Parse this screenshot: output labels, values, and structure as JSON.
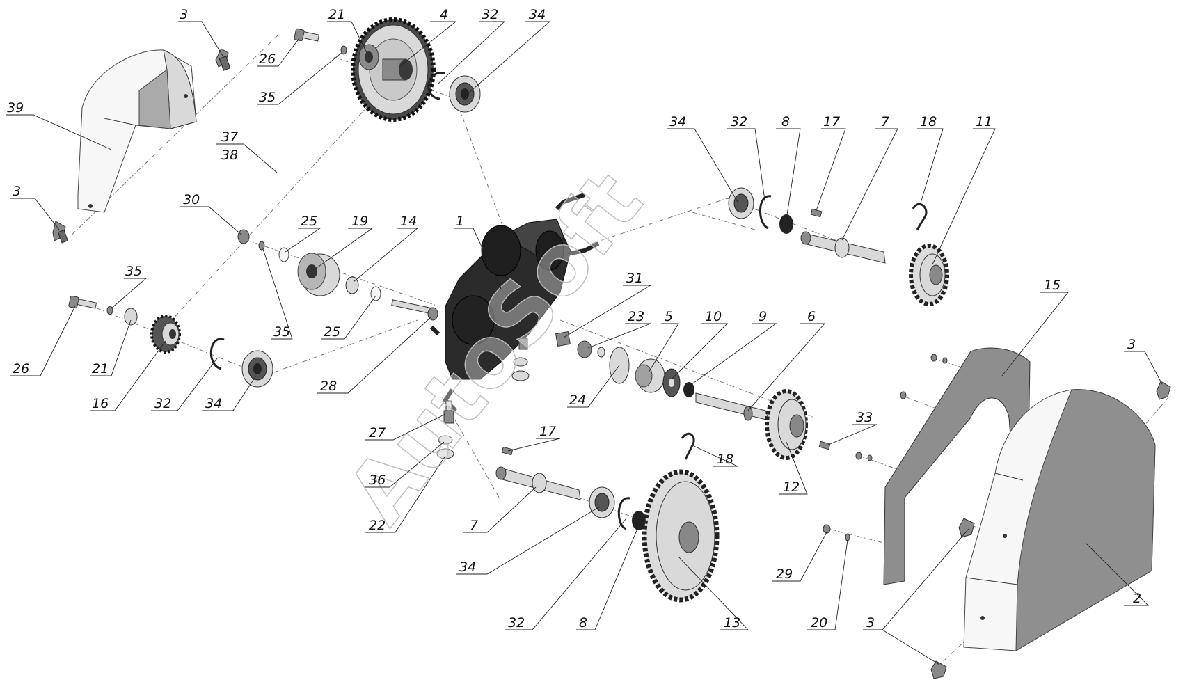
{
  "watermark": "AutoSoft",
  "callouts": [
    {
      "id": "c3a",
      "text": "3"
    },
    {
      "id": "c21a",
      "text": "21"
    },
    {
      "id": "c4",
      "text": "4"
    },
    {
      "id": "c32a",
      "text": "32"
    },
    {
      "id": "c34a",
      "text": "34"
    },
    {
      "id": "c26a",
      "text": "26"
    },
    {
      "id": "c35a",
      "text": "35"
    },
    {
      "id": "c39",
      "text": "39"
    },
    {
      "id": "c37",
      "text": "37"
    },
    {
      "id": "c38",
      "text": "38"
    },
    {
      "id": "c3b",
      "text": "3"
    },
    {
      "id": "c30",
      "text": "30"
    },
    {
      "id": "c25a",
      "text": "25"
    },
    {
      "id": "c19",
      "text": "19"
    },
    {
      "id": "c14",
      "text": "14"
    },
    {
      "id": "c1",
      "text": "1"
    },
    {
      "id": "c35b",
      "text": "35"
    },
    {
      "id": "c35c",
      "text": "35"
    },
    {
      "id": "c25b",
      "text": "25"
    },
    {
      "id": "c26b",
      "text": "26"
    },
    {
      "id": "c21b",
      "text": "21"
    },
    {
      "id": "c16",
      "text": "16"
    },
    {
      "id": "c32b",
      "text": "32"
    },
    {
      "id": "c34b",
      "text": "34"
    },
    {
      "id": "c28",
      "text": "28"
    },
    {
      "id": "c34c",
      "text": "34"
    },
    {
      "id": "c32c",
      "text": "32"
    },
    {
      "id": "c8a",
      "text": "8"
    },
    {
      "id": "c17a",
      "text": "17"
    },
    {
      "id": "c7a",
      "text": "7"
    },
    {
      "id": "c18a",
      "text": "18"
    },
    {
      "id": "c11",
      "text": "11"
    },
    {
      "id": "c31",
      "text": "31"
    },
    {
      "id": "c23",
      "text": "23"
    },
    {
      "id": "c5",
      "text": "5"
    },
    {
      "id": "c10",
      "text": "10"
    },
    {
      "id": "c9",
      "text": "9"
    },
    {
      "id": "c6",
      "text": "6"
    },
    {
      "id": "c24",
      "text": "24"
    },
    {
      "id": "c15",
      "text": "15"
    },
    {
      "id": "c3c",
      "text": "3"
    },
    {
      "id": "c33",
      "text": "33"
    },
    {
      "id": "c27",
      "text": "27"
    },
    {
      "id": "c17b",
      "text": "17"
    },
    {
      "id": "c36",
      "text": "36"
    },
    {
      "id": "c22",
      "text": "22"
    },
    {
      "id": "c18b",
      "text": "18"
    },
    {
      "id": "c12",
      "text": "12"
    },
    {
      "id": "c7b",
      "text": "7"
    },
    {
      "id": "c34d",
      "text": "34"
    },
    {
      "id": "c29",
      "text": "29"
    },
    {
      "id": "c2",
      "text": "2"
    },
    {
      "id": "c32d",
      "text": "32"
    },
    {
      "id": "c8b",
      "text": "8"
    },
    {
      "id": "c13",
      "text": "13"
    },
    {
      "id": "c20",
      "text": "20"
    },
    {
      "id": "c3d",
      "text": "3"
    }
  ]
}
